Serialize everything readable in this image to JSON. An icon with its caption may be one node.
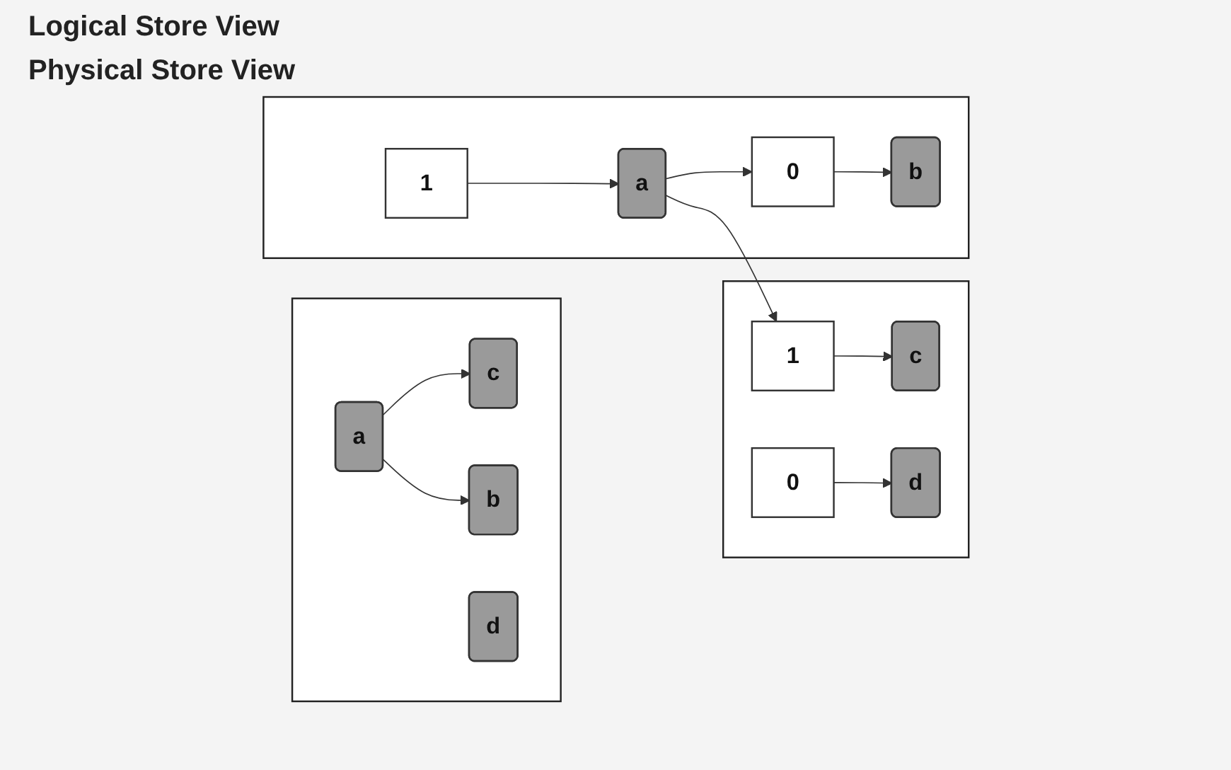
{
  "diagram": {
    "nodes": [
      {
        "text": [],
        "shape": "box"
      },
      {
        "text": [
          "a"
        ],
        "in": 0
      },
      {
        "text": [
          "b"
        ],
        "in": 0
      },
      {
        "text": [
          "c"
        ],
        "in": 0
      },
      {
        "text": [
          "d"
        ],
        "in": 0
      },
      {
        "text": [],
        "shape": "box"
      },
      {
        "text": [
          "a"
        ],
        "in": 5
      },
      {
        "text": [
          "b"
        ],
        "in": 5
      },
      {
        "text": [
          "0"
        ],
        "in": 5
      },
      {
        "text": [
          "1"
        ],
        "in": 5
      },
      {
        "text": [],
        "shape": "box"
      },
      {
        "text": [
          "c"
        ],
        "in": 10
      },
      {
        "text": [
          "d"
        ],
        "in": 10
      },
      {
        "text": [
          "0"
        ],
        "in": 10
      },
      {
        "text": [
          "1"
        ],
        "in": 10
      }
    ],
    "edges": [
      {
        "from": 1,
        "to": 3,
        "arrow": "to"
      },
      {
        "from": 1,
        "to": 2,
        "arrow": "to"
      },
      {
        "from": 6,
        "to": 14,
        "arrow": "to"
      },
      {
        "from": 6,
        "to": 8,
        "arrow": "to"
      },
      {
        "from": 8,
        "to": 7,
        "arrow": "to"
      },
      {
        "from": 9,
        "to": 6,
        "arrow": "to"
      },
      {
        "from": 13,
        "to": 12,
        "arrow": "to"
      },
      {
        "from": 14,
        "to": 11,
        "arrow": "to"
      }
    ],
    "labels": [
      "Logical Store View",
      "Physical Store View"
    ]
  }
}
